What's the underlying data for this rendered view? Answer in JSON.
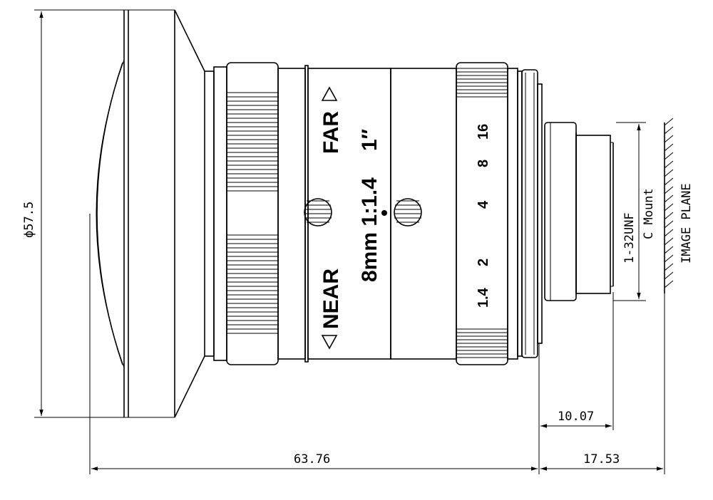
{
  "labels": {
    "diameter": "ϕ57.5",
    "thread": "1-32UNF",
    "mount": "C Mount",
    "image_plane": "IMAGE PLANE",
    "flange": "10.07",
    "length": "63.76",
    "back_focus": "17.53"
  },
  "engraving": {
    "far": "FAR",
    "near": "NEAR",
    "spec": "8mm 1:1.4",
    "format": "1″",
    "aperture_marks": [
      "1.4",
      "2",
      "4",
      "8",
      "16"
    ]
  }
}
